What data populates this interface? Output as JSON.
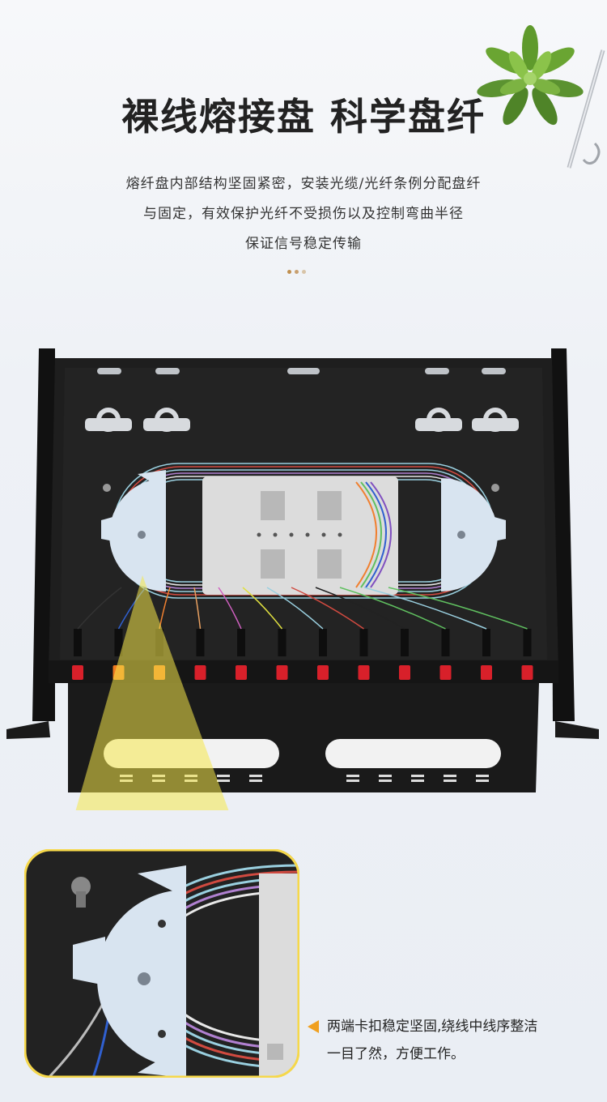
{
  "header": {
    "title": "裸线熔接盘 科学盘纤",
    "desc_lines": [
      "熔纤盘内部结构坚固紧密，安装光缆/光纤条例分配盘纤",
      "与固定，有效保护光纤不受损伤以及控制弯曲半径",
      "保证信号稳定传输"
    ]
  },
  "callout": {
    "line1": "两端卡扣稳定坚固,绕线中线序整洁",
    "line2": "一目了然，方便工作。"
  },
  "colors": {
    "accent": "#f0a020",
    "panel": "#1c1c1c",
    "adapter_red": "#d8202a",
    "adapter_orange": "#f07a20",
    "highlight_yellow": "#f6e84a"
  },
  "adapters": [
    "red",
    "orange",
    "orange",
    "red",
    "red",
    "red",
    "red",
    "red",
    "red",
    "red",
    "red",
    "red"
  ]
}
